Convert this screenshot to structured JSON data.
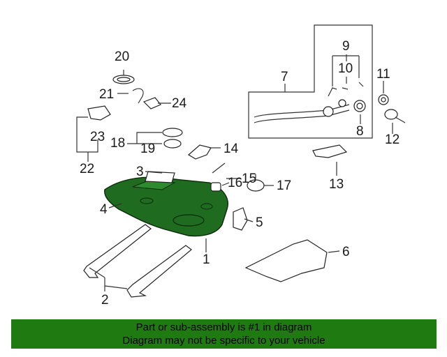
{
  "callouts": [
    "1",
    "2",
    "3",
    "4",
    "5",
    "6",
    "7",
    "8",
    "9",
    "10",
    "11",
    "12",
    "13",
    "14",
    "15",
    "16",
    "17",
    "18",
    "19",
    "20",
    "21",
    "22",
    "23",
    "24"
  ],
  "highlighted_part": "1",
  "footer": {
    "line1": "Part or sub-assembly is #1 in diagram",
    "line2": "Diagram may not be specific to your vehicle"
  },
  "colors": {
    "highlight": "#1f6b1f",
    "footer_bg": "#1f7a12"
  }
}
